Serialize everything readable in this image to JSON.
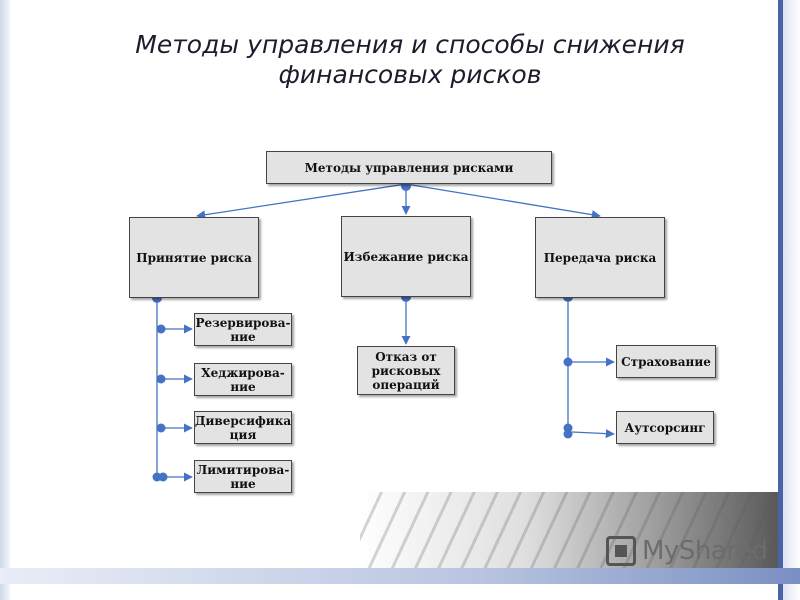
{
  "title": {
    "line1": "Методы управления и способы снижения",
    "line2": "финансовых рисков"
  },
  "diagram": {
    "root": "Методы управления рисками",
    "branches": {
      "acceptance": "Принятие риска",
      "avoidance": "Избежание риска",
      "transfer": "Передача риска"
    },
    "acceptance_items": [
      "Резервирова-ние",
      "Хеджирова-ние",
      "Диверсифика ция",
      "Лимитирова-ние"
    ],
    "avoidance_items": [
      "Отказ от рисковых операций"
    ],
    "transfer_items": [
      "Страхование",
      "Аутсорсинг"
    ]
  },
  "logo": {
    "text": "MyShared"
  },
  "colors": {
    "connector": "#4472c4",
    "box_fill": "#e3e3e3",
    "accent_bar": "#4a63a8"
  }
}
